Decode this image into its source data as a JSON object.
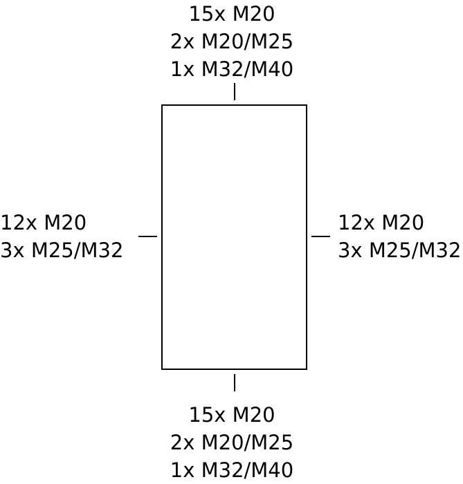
{
  "sides": {
    "top": {
      "lines": [
        "15x M20",
        "2x M20/M25",
        "1x M32/M40"
      ]
    },
    "bottom": {
      "lines": [
        "15x M20",
        "2x M20/M25",
        "1x M32/M40"
      ]
    },
    "left": {
      "lines": [
        "12x M20",
        "3x M25/M32"
      ]
    },
    "right": {
      "lines": [
        "12x M20",
        "3x M25/M32"
      ]
    }
  },
  "colors": {
    "stroke": "#000000",
    "background": "#ffffff",
    "text": "#000000"
  }
}
